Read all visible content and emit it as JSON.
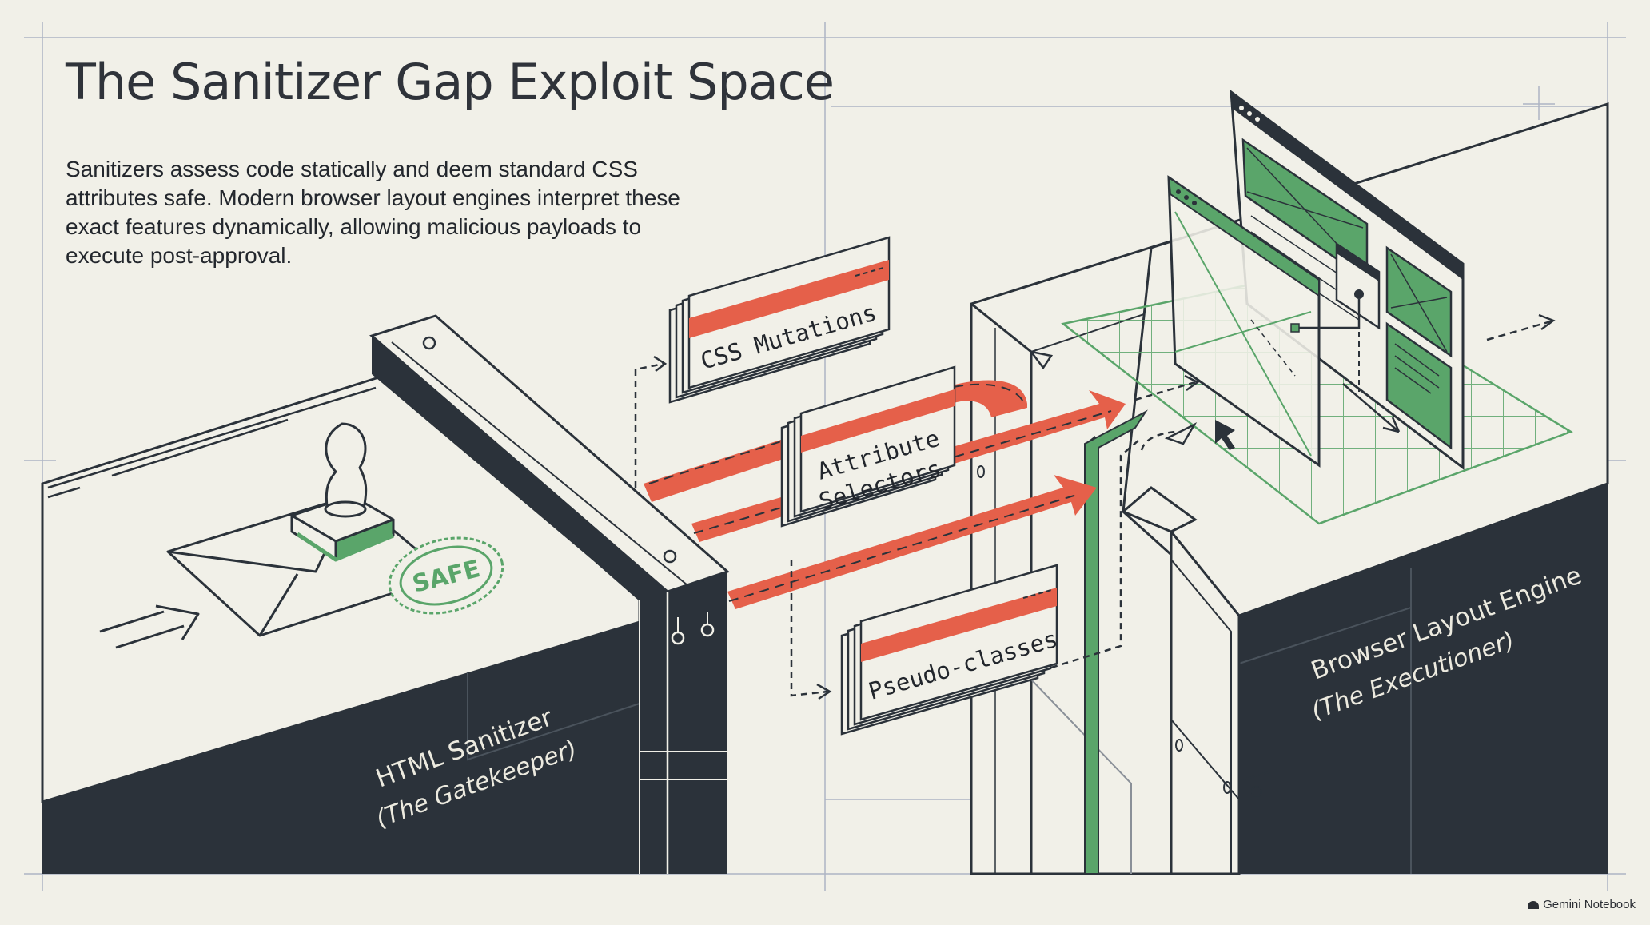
{
  "title": "The Sanitizer Gap Exploit Space",
  "description": "Sanitizers assess code statically and deem standard CSS attributes safe. Modern browser layout engines interpret these exact features dynamically, allowing malicious payloads to execute post-approval.",
  "cards": {
    "css_mutations": "CSS Mutations",
    "attribute_selectors_line1": "Attribute",
    "attribute_selectors_line2": "Selectors",
    "pseudo_classes": "Pseudo-classes"
  },
  "sanitizer": {
    "name": "HTML Sanitizer",
    "role": "(The Gatekeeper)",
    "stamp": "SAFE"
  },
  "engine": {
    "name": "Browser Layout Engine",
    "role": "(The Executioner)"
  },
  "footer": {
    "brand": "Gemini Notebook"
  },
  "colors": {
    "background": "#f1f0e8",
    "dark": "#2b323a",
    "accent_red": "#e5604a",
    "accent_green": "#5aa56a"
  }
}
